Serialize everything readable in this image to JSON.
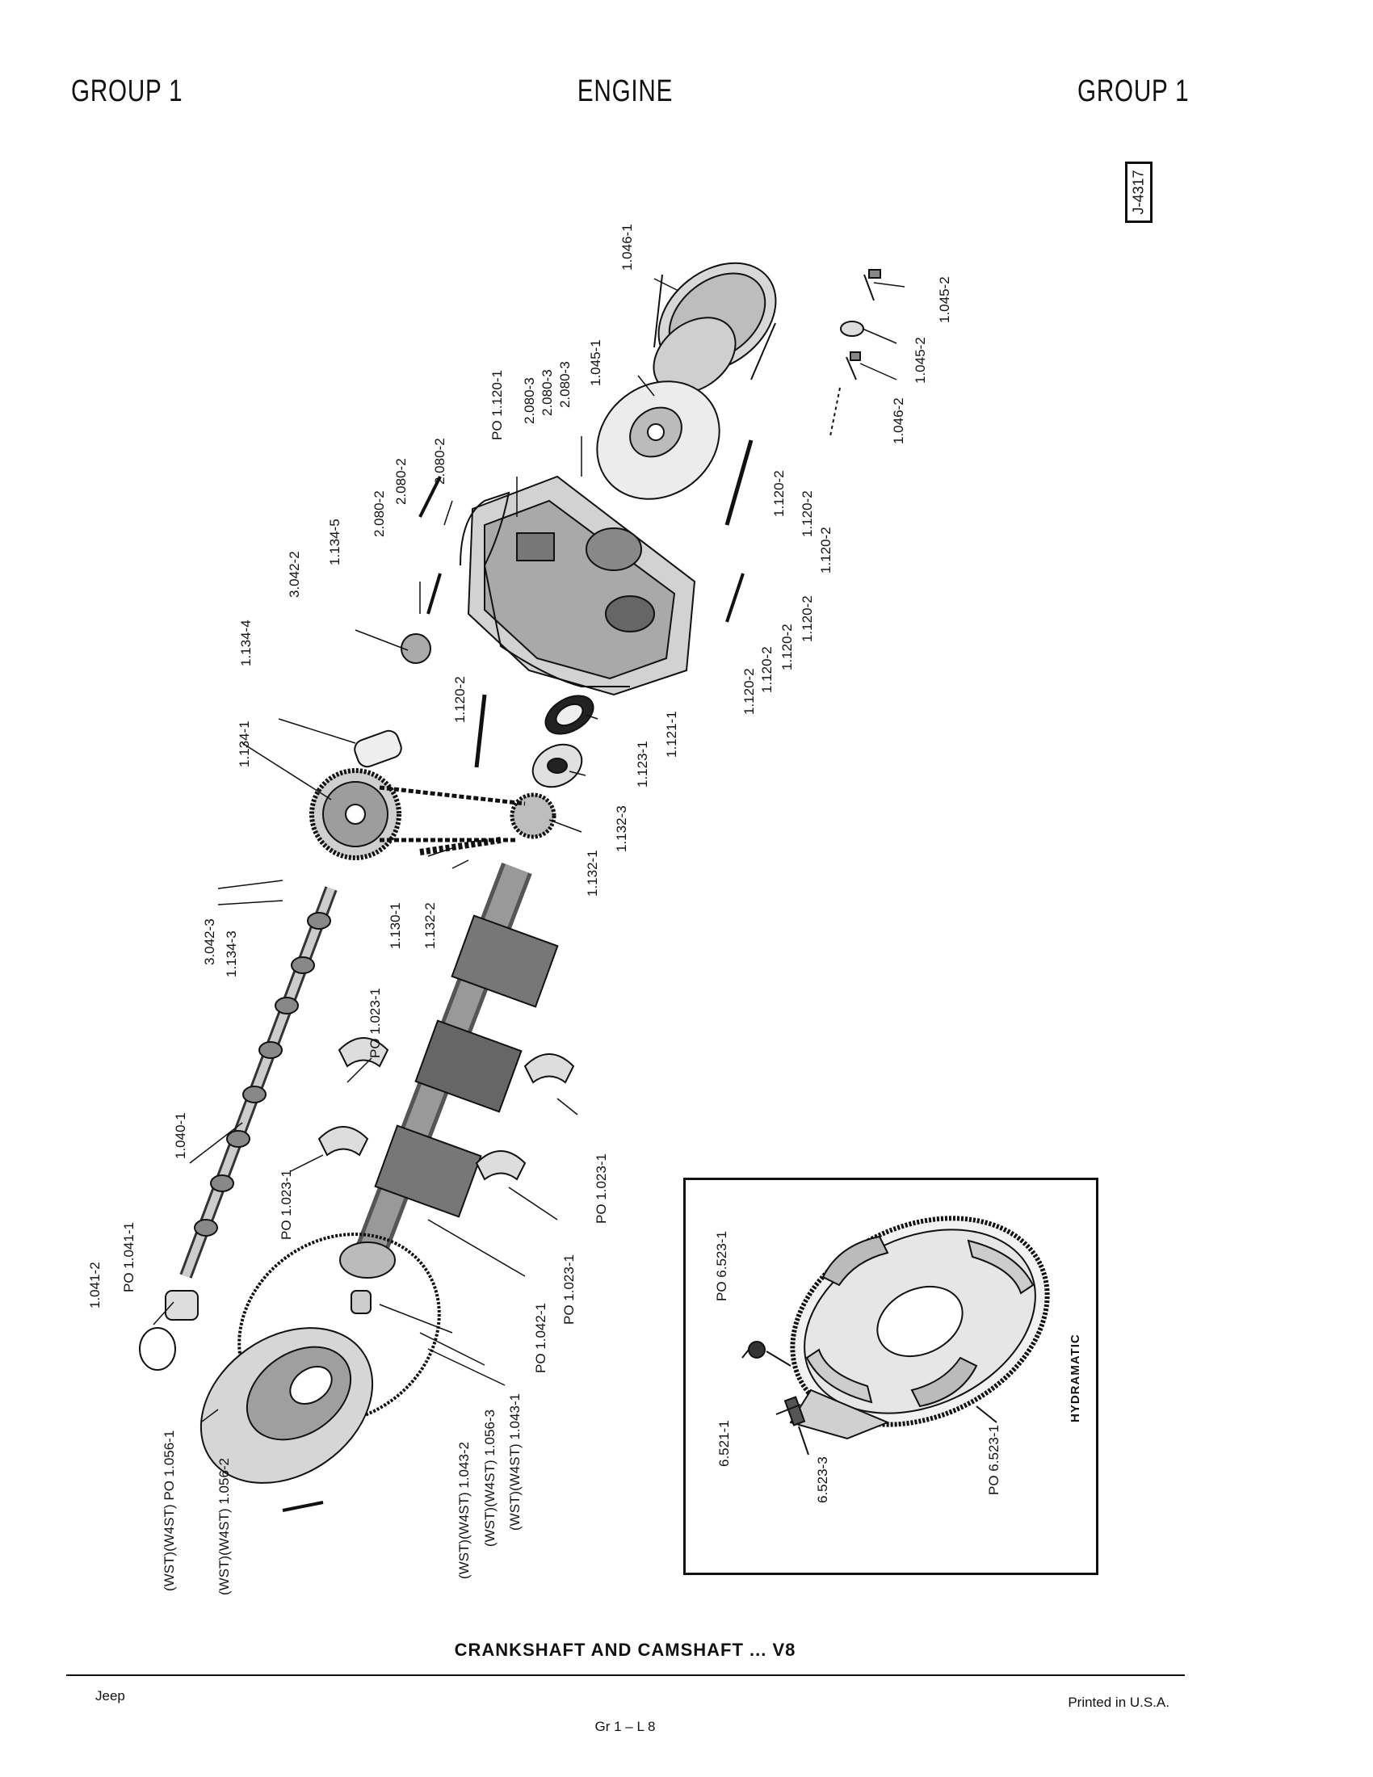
{
  "header": {
    "left": "GROUP 1",
    "center": "ENGINE",
    "right": "GROUP 1"
  },
  "figure_number": "J-4317",
  "labels": {
    "l_1046_1": "1.046-1",
    "l_1045_2a": "1.045-2",
    "l_1045_2b": "1.045-2",
    "l_1046_2": "1.046-2",
    "l_1045_1": "1.045-1",
    "l_2080_3a": "2.080-3",
    "l_2080_3b": "2.080-3",
    "l_2080_3c": "2.080-3",
    "l_1120_1": "PO 1.120-1",
    "l_2080_2a": "2.080-2",
    "l_2080_2b": "2.080-2",
    "l_2080_2c": "2.080-2",
    "l_1134_5": "1.134-5",
    "l_3042_2": "3.042-2",
    "l_1134_4": "1.134-4",
    "l_1120_2a": "1.120-2",
    "l_1120_2b": "1.120-2",
    "l_1120_2c": "1.120-2",
    "l_1120_2d": "1.120-2",
    "l_1120_2e": "1.120-2",
    "l_1120_2f": "1.120-2",
    "l_1120_2g": "1.120-2",
    "l_1120_2h": "1.120-2",
    "l_1121_1": "1.121-1",
    "l_1123_1": "1.123-1",
    "l_1132_3": "1.132-3",
    "l_1132_1": "1.132-1",
    "l_1134_1": "1.134-1",
    "l_1130_1": "1.130-1",
    "l_1132_2": "1.132-2",
    "l_3042_3": "3.042-3",
    "l_1134_3": "1.134-3",
    "l_1023_1a": "PO 1.023-1",
    "l_1040_1": "1.040-1",
    "l_1023_1b": "PO 1.023-1",
    "l_1023_1c": "PO 1.023-1",
    "l_1023_1d": "PO 1.023-1",
    "l_1041_2": "1.041-2",
    "l_1041_1": "PO 1.041-1",
    "l_1042_1": "PO 1.042-1",
    "l_1056_1": "(WST)(W4ST) PO 1.056-1",
    "l_1056_2": "(WST)(W4ST) 1.056-2",
    "l_1043_2": "(WST)(W4ST) 1.043-2",
    "l_1056_3": "(WST)(W4ST) 1.056-3",
    "l_1043_1": "(WST)(W4ST) 1.043-1",
    "l_6523_1": "PO 6.523-1",
    "l_6521_1": "6.521-1",
    "l_6523_3": "6.523-3",
    "l_6523_1b": "PO 6.523-1"
  },
  "inset_title": "HYDRAMATIC",
  "caption": "CRANKSHAFT AND CAMSHAFT ... V8",
  "footer": {
    "left": "Jeep",
    "center": "Gr 1 – L 8",
    "right": "Printed in U.S.A."
  }
}
